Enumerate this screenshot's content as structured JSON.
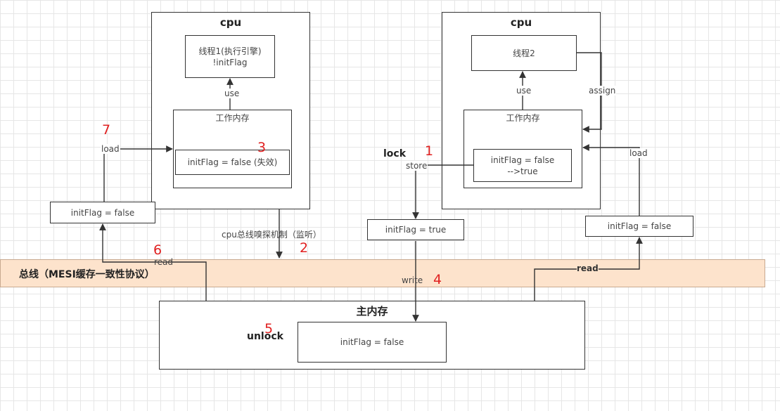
{
  "left_cpu": {
    "title": "cpu",
    "thread_line1": "线程1(执行引擎)",
    "thread_line2": "!initFlag",
    "use_label": "use",
    "working_memory_label": "工作内存",
    "cache_value": "initFlag = false (失效)"
  },
  "right_cpu": {
    "title": "cpu",
    "thread": "线程2",
    "use_label": "use",
    "assign_label": "assign",
    "working_memory_label": "工作内存",
    "cache_value_line1": "initFlag = false",
    "cache_value_line2": "-->true"
  },
  "left_side": {
    "load_label": "load",
    "temp_value": "initFlag = false",
    "read_label": "read",
    "sniff_label": "cpu总线嗅探机制（监听）"
  },
  "right_side": {
    "lock_label": "lock",
    "store_label": "store",
    "temp_store_value": "initFlag = true",
    "write_label": "write",
    "load_label": "load",
    "temp_load_value": "initFlag = false",
    "read_label": "read"
  },
  "bus": {
    "label": "总线（MESI缓存一致性协议）",
    "color": "#fde3cc"
  },
  "main_memory": {
    "title": "主内存",
    "unlock_label": "unlock",
    "value": "initFlag = false"
  },
  "steps": [
    "1",
    "2",
    "3",
    "4",
    "5",
    "6",
    "7"
  ],
  "colors": {
    "step_number": "#e02020",
    "line": "#333333"
  }
}
